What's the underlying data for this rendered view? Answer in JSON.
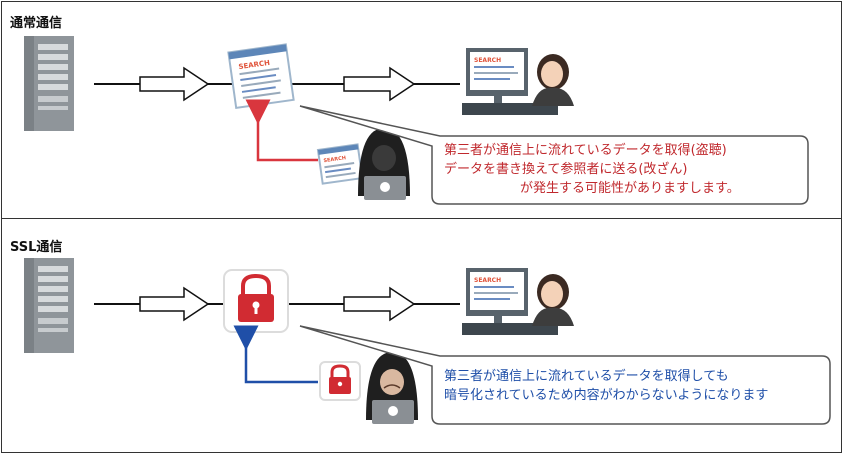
{
  "sections": [
    {
      "title": "通常通信",
      "callout_lines": [
        "第三者が通信上に流れているデータを取得(盗聴)",
        "データを書き換えて参照者に送る(改ざん)",
        "が発生する可能性がありますします。"
      ],
      "callout_color": "#c0282d",
      "tap_arrow_color": "#d9363e",
      "packet_icon": "search-screen-icon"
    },
    {
      "title": "SSL通信",
      "callout_lines": [
        "第三者が通信上に流れているデータを取得しても",
        "暗号化されているため内容がわからないようになります"
      ],
      "callout_color": "#1f4fa8",
      "tap_arrow_color": "#1f4fa8",
      "packet_icon": "padlock-icon"
    }
  ],
  "icons": {
    "server": "server-icon",
    "user": "user-at-computer-icon",
    "hacker": "hacker-icon",
    "screen_label": "SEARCH"
  }
}
